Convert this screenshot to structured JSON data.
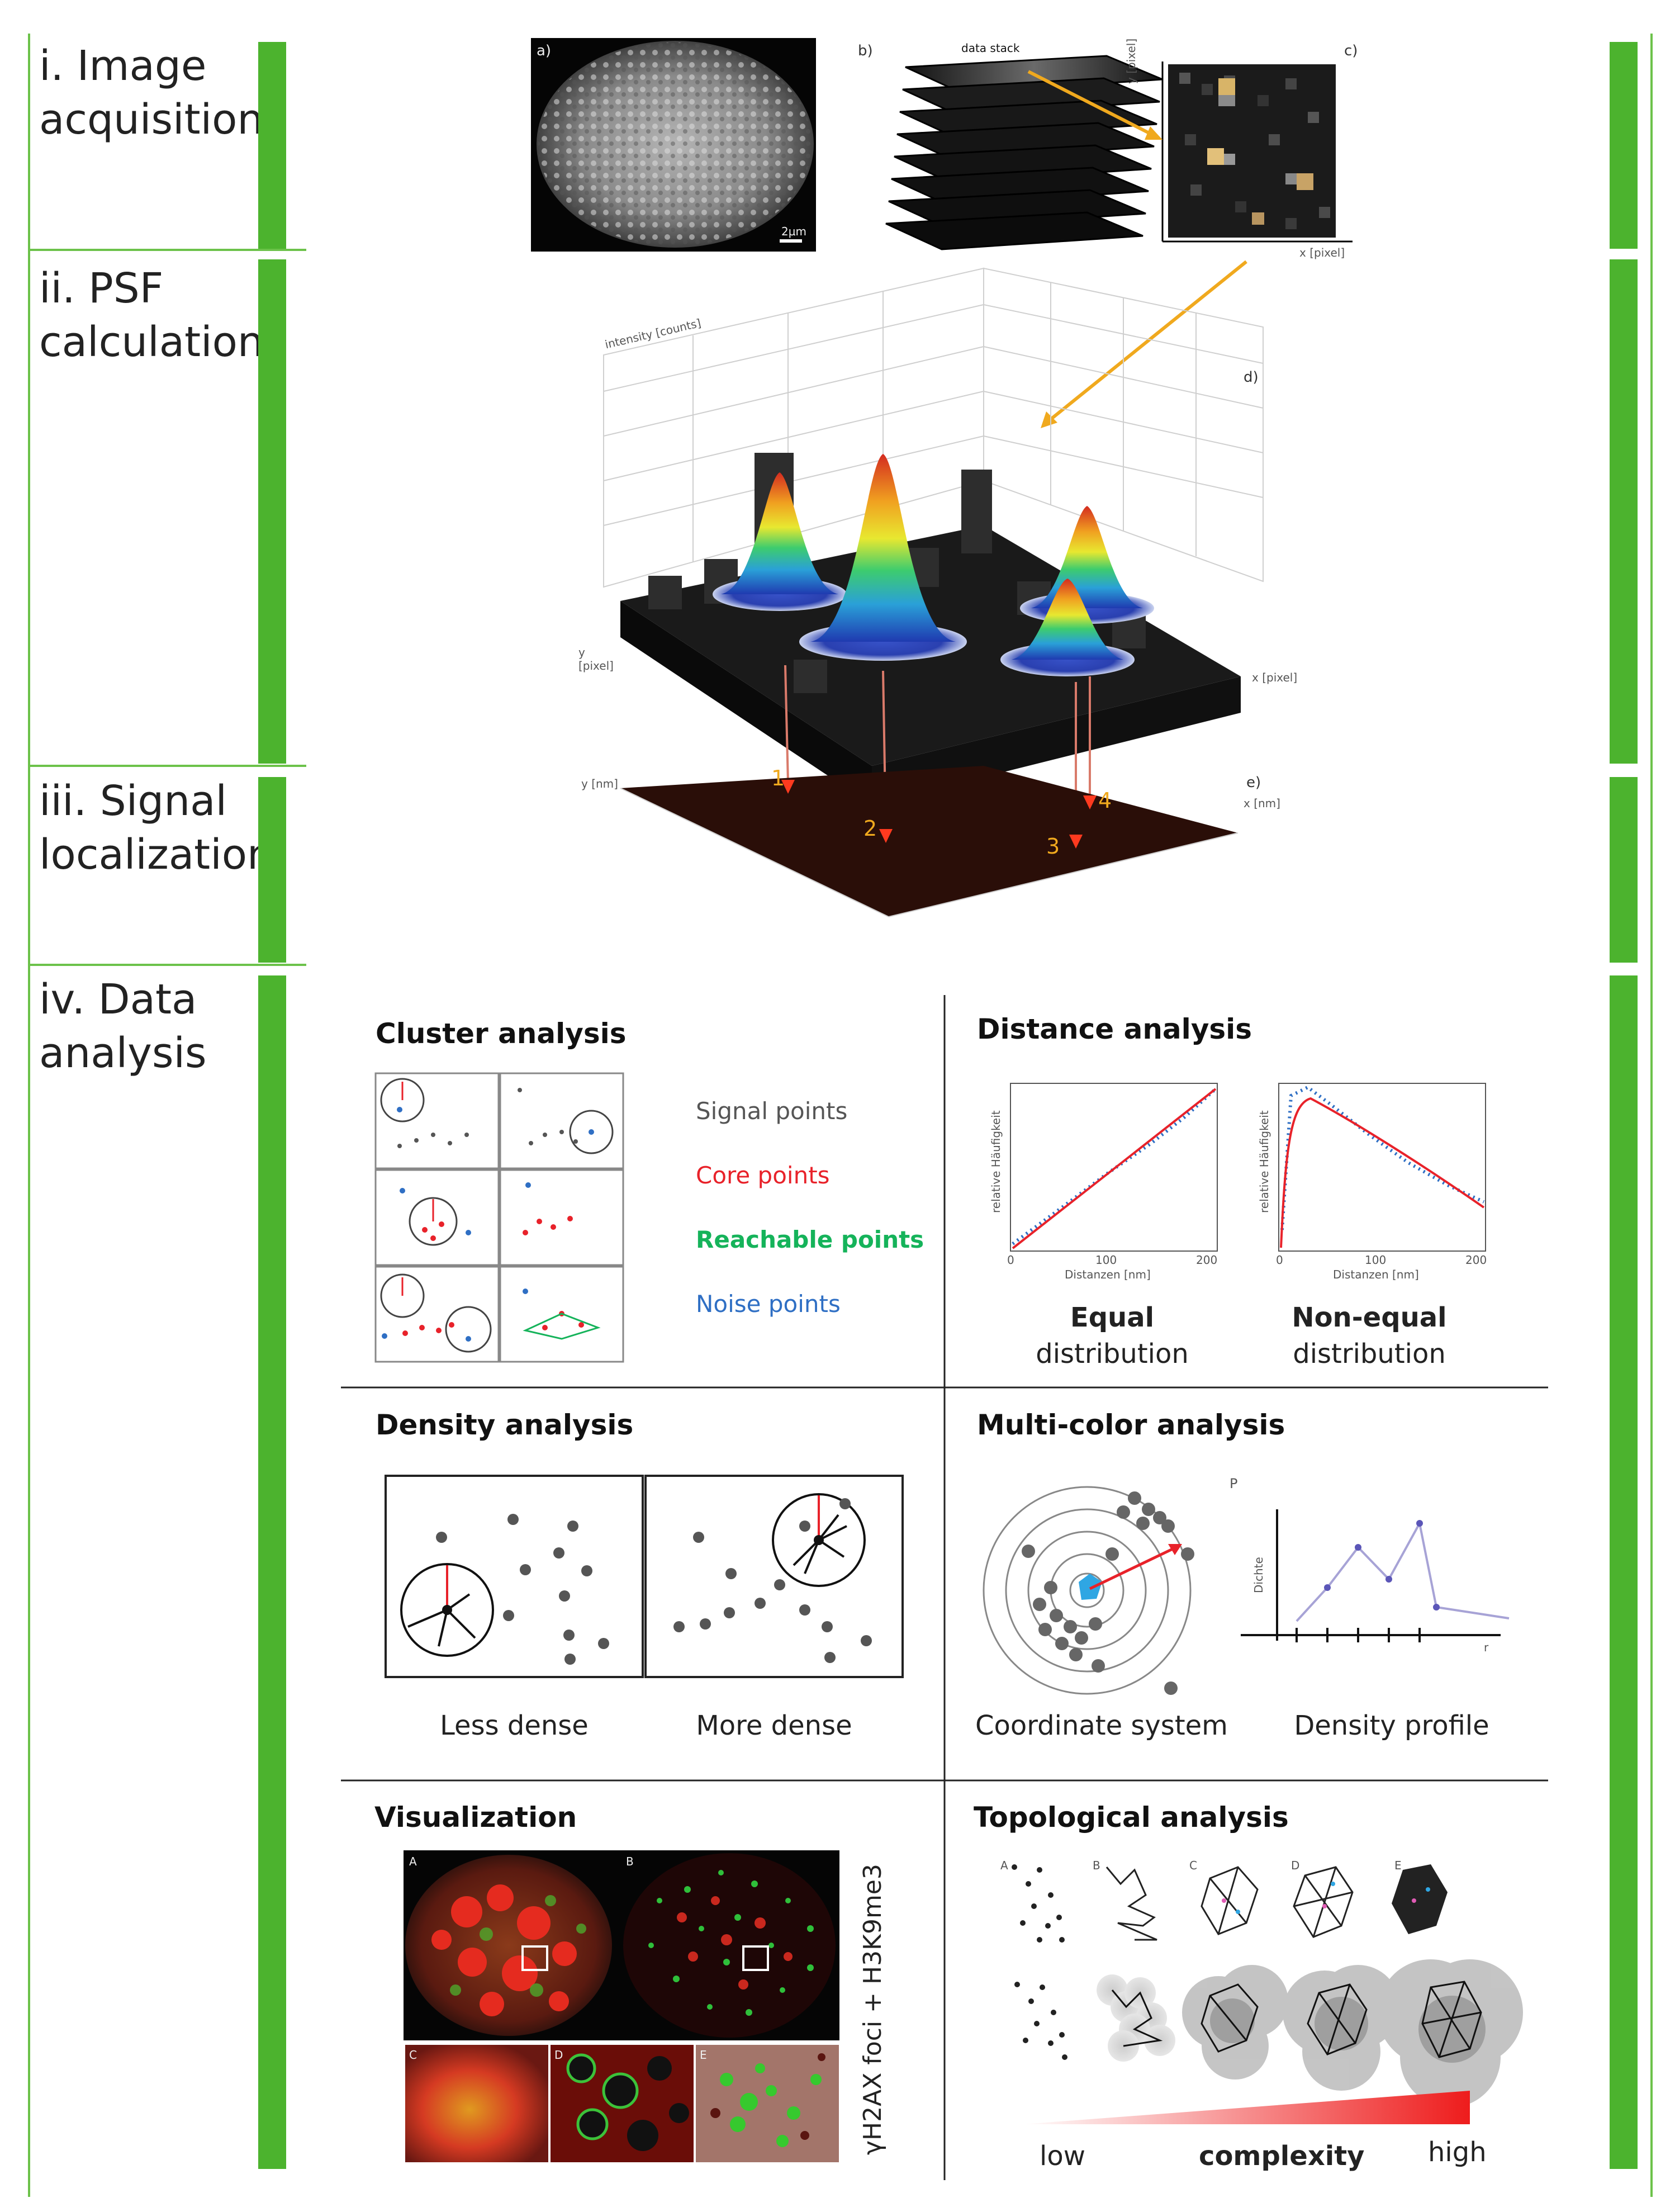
{
  "stages": [
    {
      "label": "i. Image\nacquisition"
    },
    {
      "label": "ii. PSF\ncalculation"
    },
    {
      "label": "iii. Signal\nlocalization"
    },
    {
      "label": "iv. Data\nanalysis"
    }
  ],
  "acquisition": {
    "panel_a": "a)",
    "panel_b": "b)",
    "panel_c": "c)",
    "scale_bar": "2µm",
    "data_stack": "data stack",
    "y_axis": "y [pixel]",
    "x_axis": "x [pixel]"
  },
  "psf": {
    "panel_d": "d)",
    "z_axis": "intensity [counts]",
    "y_axis": "y\n[pixel]",
    "x_axis": "x [pixel]"
  },
  "localization": {
    "panel_e": "e)",
    "y_axis": "y [nm]",
    "x_axis": "x [nm]",
    "markers": [
      "1",
      "2",
      "3",
      "4"
    ]
  },
  "cluster": {
    "title": "Cluster analysis",
    "legend": [
      {
        "label": "Signal points",
        "color": "#555555"
      },
      {
        "label": "Core points",
        "color": "#e8222a"
      },
      {
        "label": "Reachable points",
        "color": "#15b35a"
      },
      {
        "label": "Noise points",
        "color": "#2f6fc4"
      }
    ]
  },
  "distance": {
    "title": "Distance analysis",
    "plots": [
      {
        "caption_bold": "Equal",
        "caption": "distribution",
        "ylabel": "relative Häufigkeit",
        "xlabel": "Distanzen [nm]",
        "ticks": [
          "0",
          "100",
          "200"
        ]
      },
      {
        "caption_bold": "Non-equal",
        "caption": "distribution",
        "ylabel": "relative Häufigkeit",
        "xlabel": "Distanzen [nm]",
        "ticks": [
          "0",
          "100",
          "200"
        ]
      }
    ]
  },
  "density": {
    "title": "Density analysis",
    "captions": [
      "Less dense",
      "More dense"
    ]
  },
  "multicolor": {
    "title": "Multi-color analysis",
    "captions": [
      "Coordinate system",
      "Density profile"
    ],
    "profile_ylabel": "Dichte",
    "profile_ytop": "P",
    "profile_xlabel": "r"
  },
  "visualization": {
    "title": "Visualization",
    "side_label": "γH2AX foci + H3K9me3",
    "panels": [
      "A",
      "B",
      "C",
      "D",
      "E"
    ]
  },
  "topology": {
    "title": "Topological analysis",
    "panels": [
      "A",
      "B",
      "C",
      "D",
      "E"
    ],
    "scale_low": "low",
    "scale_mid": "complexity",
    "scale_high": "high"
  },
  "colors": {
    "green_bar": "#4cb32e",
    "red": "#e8222a",
    "orange": "#f0a91e"
  }
}
